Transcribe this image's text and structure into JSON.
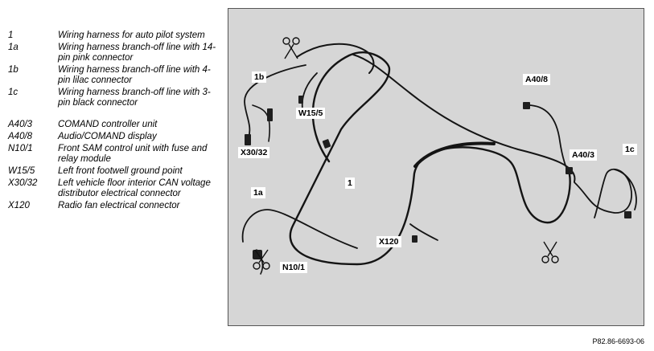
{
  "legend": [
    {
      "code": "1",
      "text": "Wiring harness for auto pilot system"
    },
    {
      "code": "1a",
      "text": "Wiring harness branch-off line with 14-pin pink connector"
    },
    {
      "code": "1b",
      "text": "Wiring harness branch-off line with 4-pin lilac connector"
    },
    {
      "code": "1c",
      "text": "Wiring harness branch-off line with 3-pin black connector"
    },
    {
      "code": "A40/3",
      "text": "COMAND controller unit"
    },
    {
      "code": "A40/8",
      "text": "Audio/COMAND display"
    },
    {
      "code": "N10/1",
      "text": "Front SAM control unit with fuse and relay module"
    },
    {
      "code": "W15/5",
      "text": "Left front footwell ground point"
    },
    {
      "code": "X30/32",
      "text": "Left vehicle floor interior CAN voltage distributor electrical connector"
    },
    {
      "code": "X120",
      "text": "Radio fan electrical connector"
    }
  ],
  "labels": {
    "l1b": "1b",
    "lw155": "W15/5",
    "lx3032": "X30/32",
    "l1": "1",
    "l1a": "1a",
    "ln101": "N10/1",
    "lx120": "X120",
    "la408": "A40/8",
    "la403": "A40/3",
    "l1c": "1c"
  },
  "figure_ref": "P82.86-6693-06"
}
